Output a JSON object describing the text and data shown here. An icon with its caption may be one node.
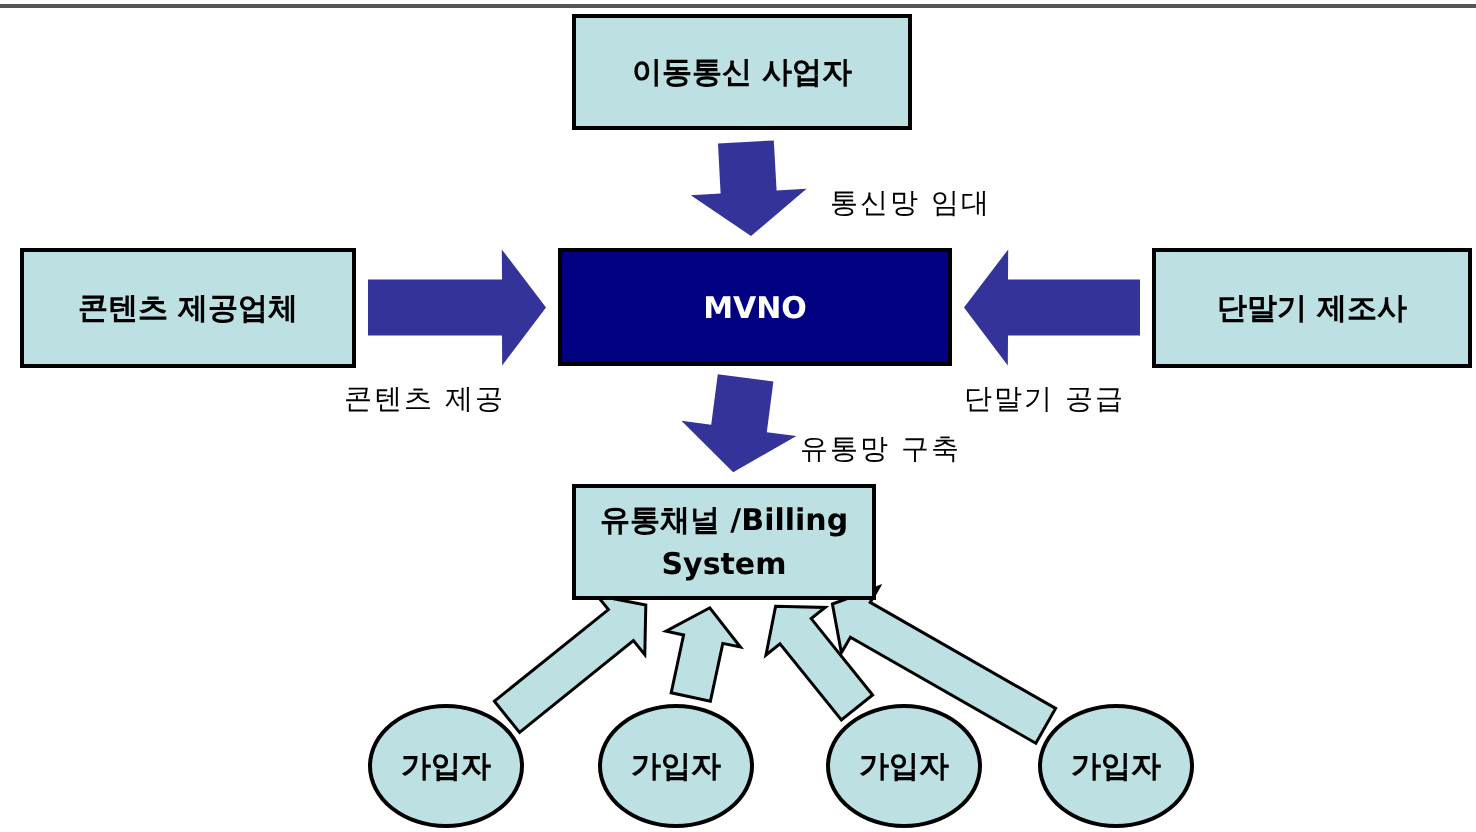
{
  "diagram": {
    "nodes": [
      {
        "text": [
          "이동통신 사업자"
        ]
      },
      {
        "text": [
          "콘텐츠 제공업체"
        ]
      },
      {
        "text": [
          "MVNO"
        ]
      },
      {
        "text": [
          "단말기 제조사"
        ]
      },
      {
        "text": [
          "유통채널 /Billing System"
        ]
      },
      {
        "text": [
          "가입자"
        ]
      },
      {
        "text": [
          "가입자"
        ]
      },
      {
        "text": [
          "가입자"
        ]
      },
      {
        "text": [
          "가입자"
        ]
      }
    ],
    "edges": [
      {
        "from": 0,
        "to": 2,
        "arrow": "to",
        "label": "통신망 임대"
      },
      {
        "from": 1,
        "to": 2,
        "arrow": "to",
        "label": "콘텐츠 제공"
      },
      {
        "from": 3,
        "to": 2,
        "arrow": "to",
        "label": "단말기 공급"
      },
      {
        "from": 2,
        "to": 4,
        "arrow": "to",
        "label": "유통망 구축"
      },
      {
        "from": 5,
        "to": 4,
        "arrow": "to",
        "color": "#bde0e3"
      },
      {
        "from": 6,
        "to": 4,
        "arrow": "to",
        "color": "#bde0e3"
      },
      {
        "from": 7,
        "to": 4,
        "arrow": "to",
        "color": "#bde0e3"
      },
      {
        "from": 8,
        "to": 4,
        "arrow": "to",
        "color": "#bde0e3"
      }
    ]
  }
}
